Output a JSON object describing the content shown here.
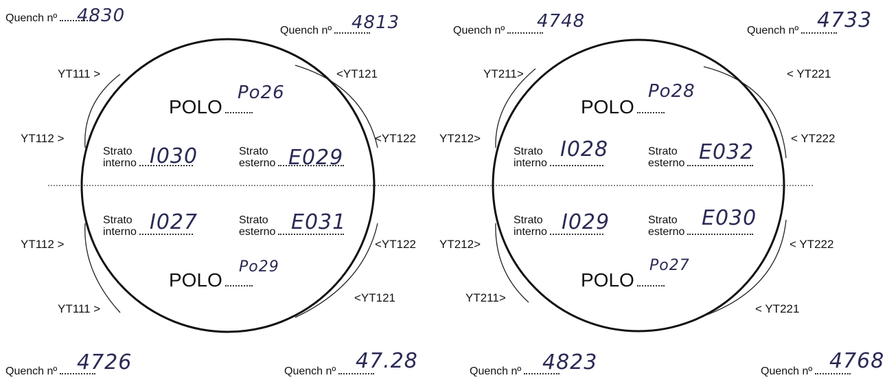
{
  "quench_label": "Quench nº",
  "polo_label": "POLO",
  "strato_label": "Strato",
  "interno_label": "interno",
  "esterno_label": "esterno",
  "left_magnet": {
    "top": {
      "quench_left": "4830",
      "quench_right": "4813",
      "polo": "Po26",
      "strato_interno": "I030",
      "strato_esterno": "E029",
      "yt_outer_left": "YT111 >",
      "yt_inner_left": "YT112 >",
      "yt_outer_right": "<YT121",
      "yt_inner_right": "<YT122"
    },
    "bottom": {
      "quench_left": "4726",
      "quench_right": "47.28",
      "polo": "Po29",
      "strato_interno": "I027",
      "strato_esterno": "E031",
      "yt_outer_left": "YT111 >",
      "yt_inner_left": "YT112 >",
      "yt_outer_right": "<YT121",
      "yt_inner_right": "<YT122"
    }
  },
  "right_magnet": {
    "top": {
      "quench_left": "4748",
      "quench_right": "4733",
      "polo": "Po28",
      "strato_interno": "I028",
      "strato_esterno": "E032",
      "yt_outer_left": "YT211>",
      "yt_inner_left": "YT212>",
      "yt_outer_right": "< YT221",
      "yt_inner_right": "< YT222"
    },
    "bottom": {
      "quench_left": "4823",
      "quench_right": "4768",
      "polo": "Po27",
      "strato_interno": "I029",
      "strato_esterno": "E030",
      "yt_outer_left": "YT211>",
      "yt_inner_left": "YT212>",
      "yt_outer_right": "< YT221",
      "yt_inner_right": "< YT222"
    }
  }
}
